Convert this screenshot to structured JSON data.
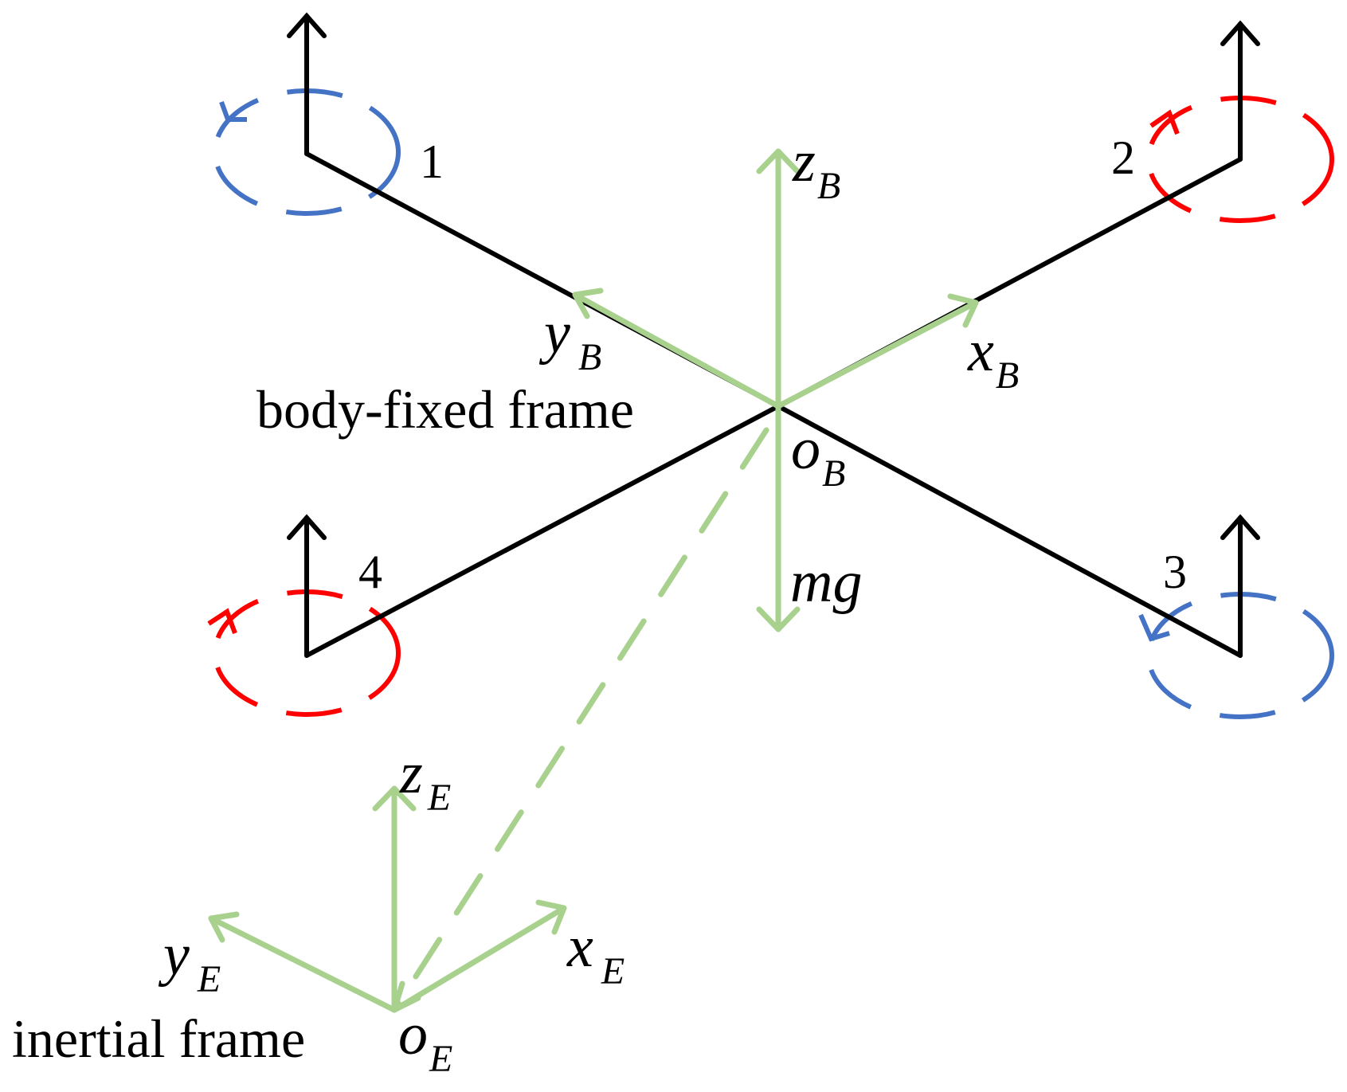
{
  "colors": {
    "frame": "#000000",
    "axis": "#a9d18e",
    "rotor_ccw": "#4472c4",
    "rotor_cw": "#ff0000"
  },
  "rotors": {
    "r1": {
      "label": "1",
      "color": "#4472c4"
    },
    "r2": {
      "label": "2",
      "color": "#ff0000"
    },
    "r3": {
      "label": "3",
      "color": "#4472c4"
    },
    "r4": {
      "label": "4",
      "color": "#ff0000"
    }
  },
  "body_frame": {
    "caption": "body-fixed frame",
    "x": {
      "main": "x",
      "sub": "B"
    },
    "y": {
      "main": "y",
      "sub": "B"
    },
    "z": {
      "main": "z",
      "sub": "B"
    },
    "origin": {
      "main": "o",
      "sub": "B"
    },
    "gravity": "mg"
  },
  "inertial_frame": {
    "caption": "inertial frame",
    "x": {
      "main": "x",
      "sub": "E"
    },
    "y": {
      "main": "y",
      "sub": "E"
    },
    "z": {
      "main": "z",
      "sub": "E"
    },
    "origin": {
      "main": "o",
      "sub": "E"
    }
  }
}
